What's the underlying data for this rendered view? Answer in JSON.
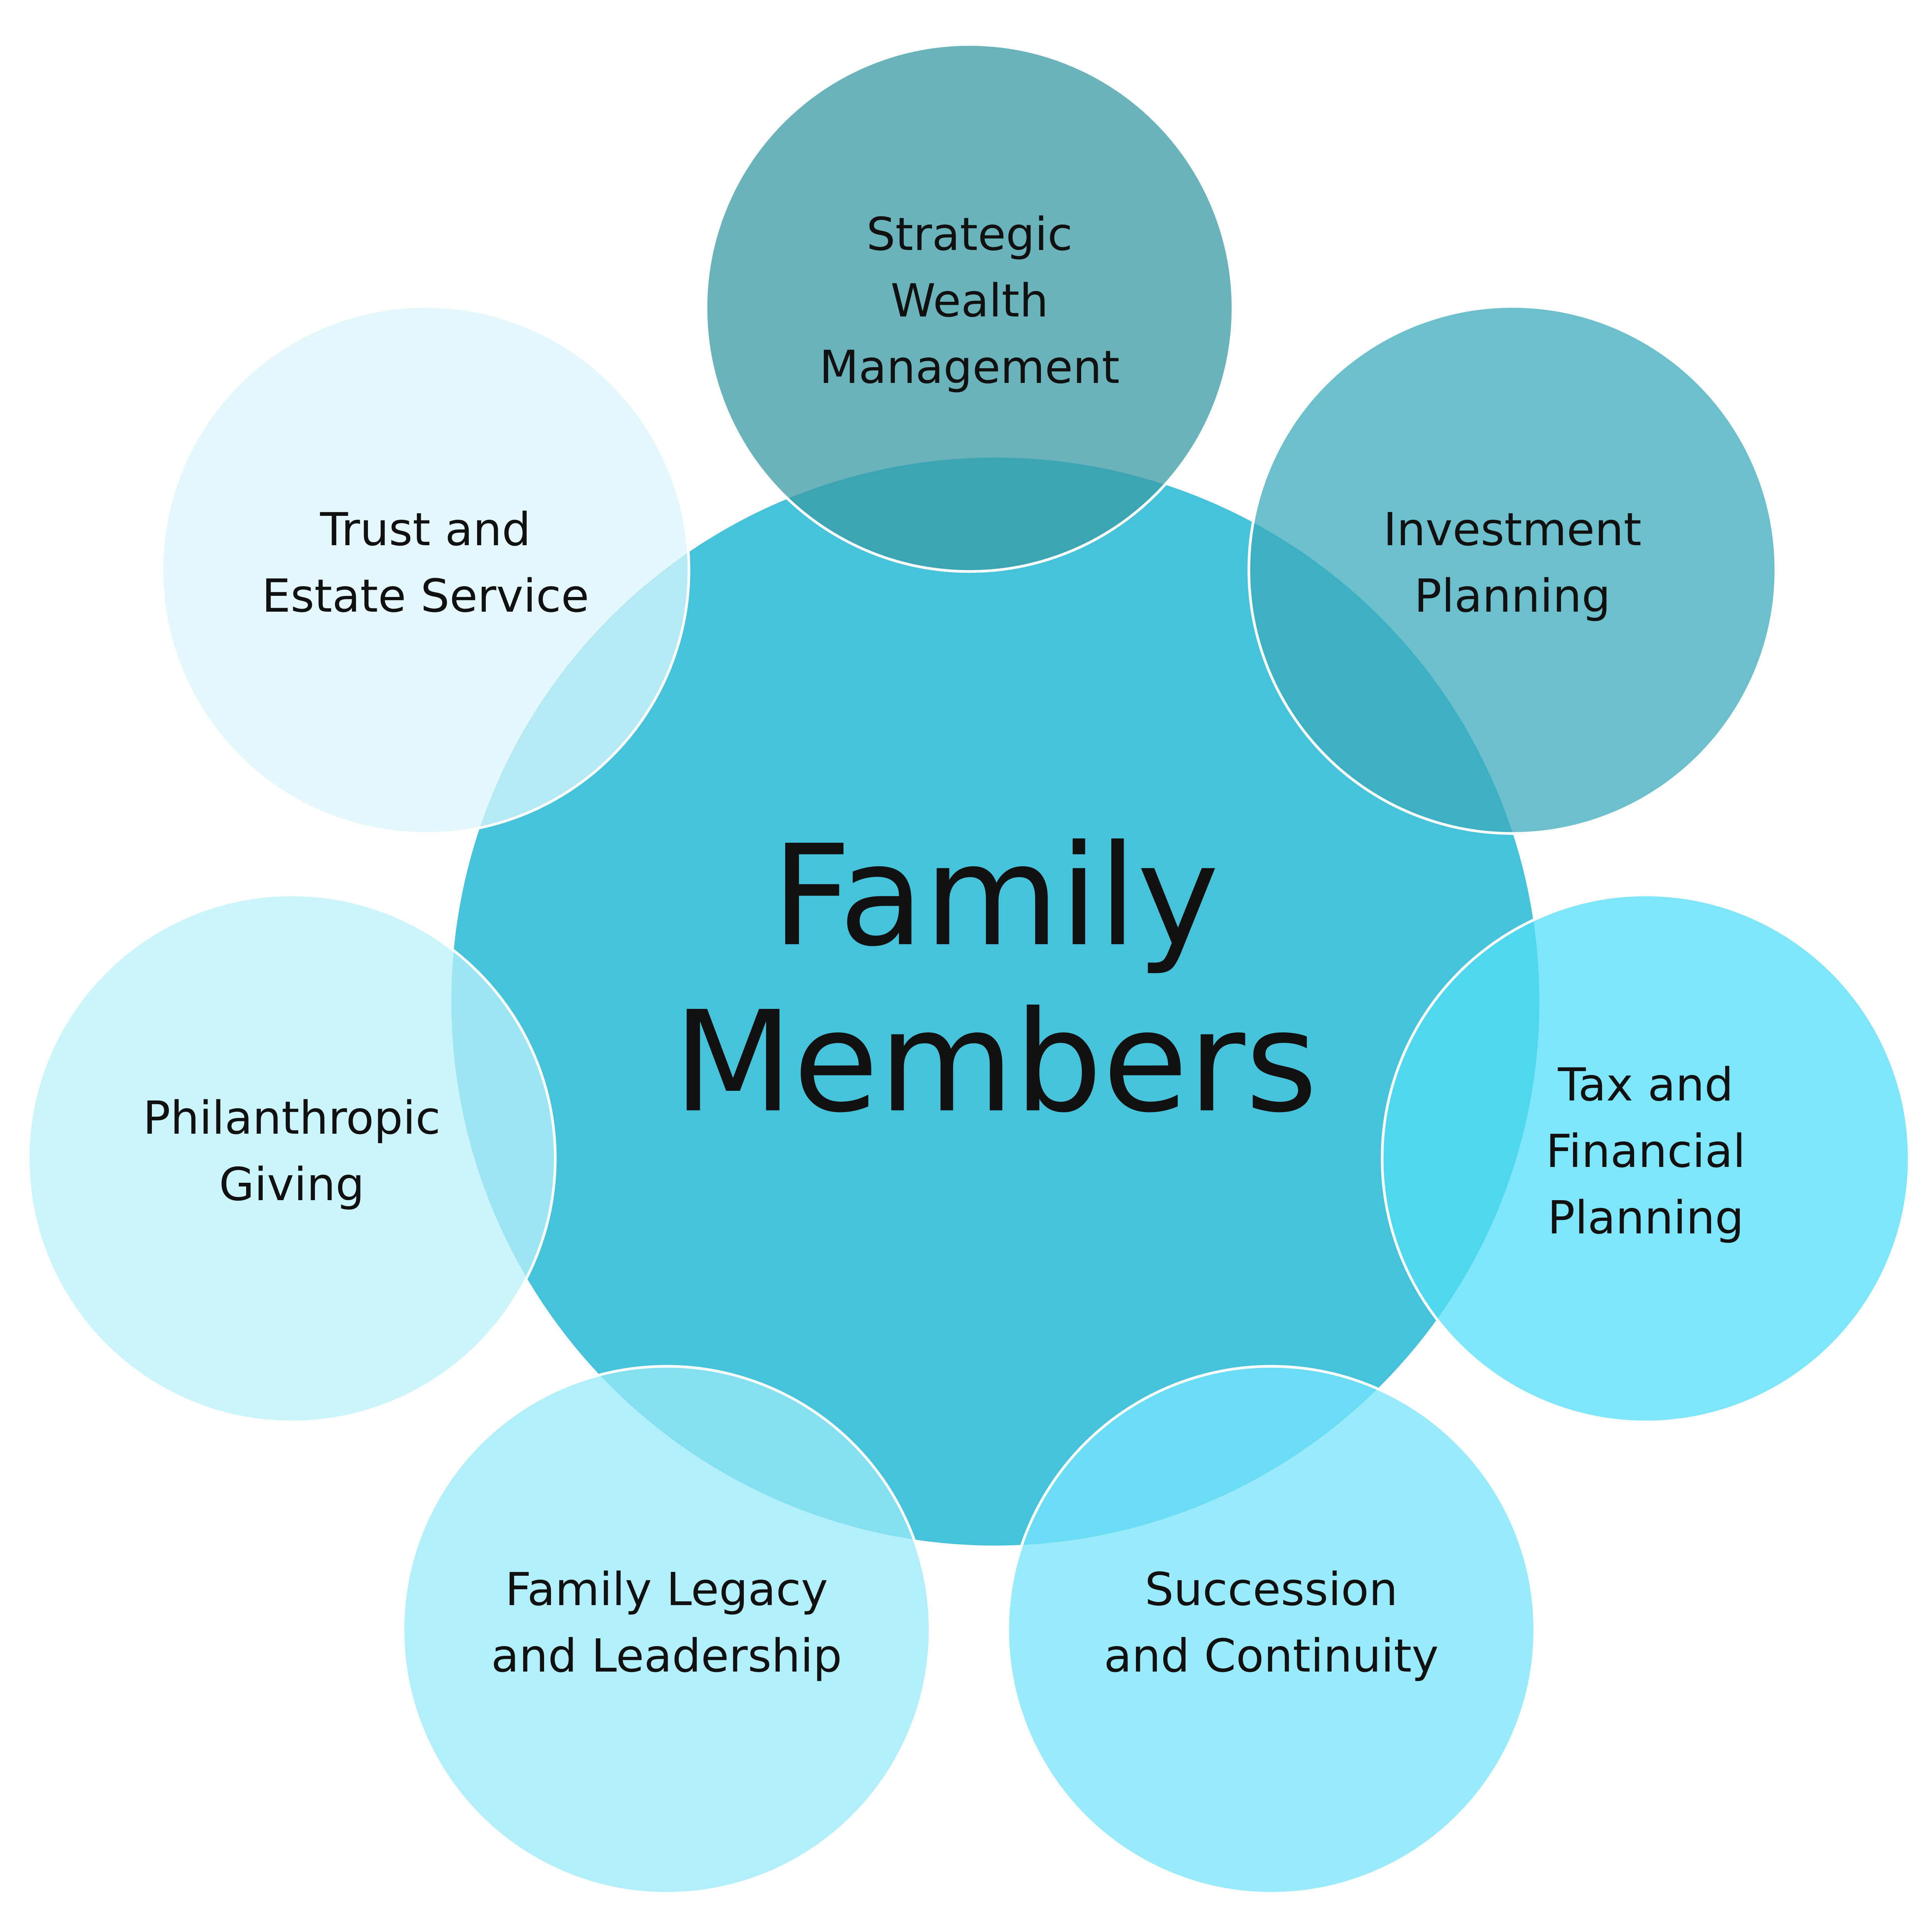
{
  "center": {
    "lines": [
      "Family",
      "Members"
    ],
    "color": "#46C3DA"
  },
  "satellites": [
    {
      "id": "strategic-wealth-management",
      "lines": [
        "Strategic",
        "Wealth",
        "Management"
      ],
      "color": "#3999A4"
    },
    {
      "id": "investment-planning",
      "lines": [
        "Investment",
        "Planning"
      ],
      "color": "#3CA9BB"
    },
    {
      "id": "tax-and-financial-planning",
      "lines": [
        "Tax and",
        "Financial",
        "Planning"
      ],
      "color": "#53DDF6"
    },
    {
      "id": "succession-and-continuity",
      "lines": [
        "Succession",
        "and Continuity"
      ],
      "color": "#77E4FB"
    },
    {
      "id": "family-legacy-and-leadership",
      "lines": [
        "Family Legacy",
        "and Leadership"
      ],
      "color": "#9AEAF8"
    },
    {
      "id": "philanthropic-giving",
      "lines": [
        "Philanthropic",
        "Giving"
      ],
      "color": "#BBF0FA"
    },
    {
      "id": "trust-and-estate-service",
      "lines": [
        "Trust and",
        "Estate Service"
      ],
      "color": "#DBF6FB"
    }
  ]
}
